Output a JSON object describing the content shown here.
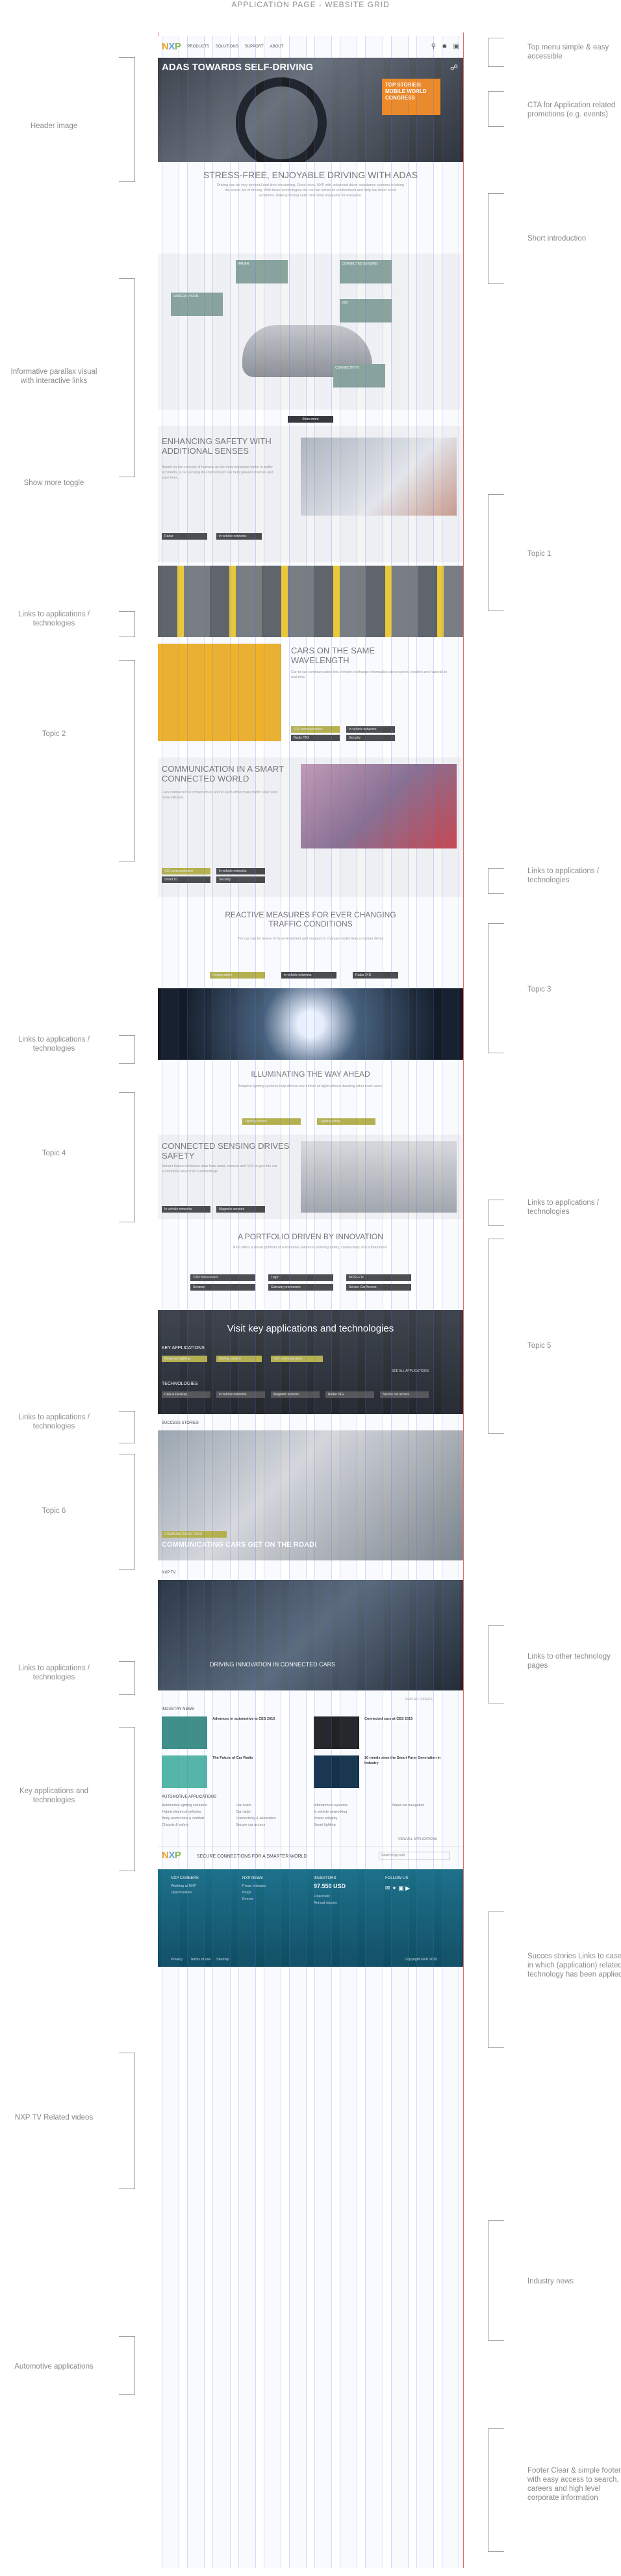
{
  "page_title": "APPLICATION PAGE - WEBSITE GRID",
  "annotations_left": [
    {
      "text": "Header image"
    },
    {
      "text": "Informative parallax visual with interactive links"
    },
    {
      "text": "Show more toggle"
    },
    {
      "text": "Links to applications / technologies"
    },
    {
      "text": "Topic 2"
    },
    {
      "text": "Links to applications / technologies"
    },
    {
      "text": "Topic 4"
    },
    {
      "text": "Links to applications / technologies"
    },
    {
      "text": "Topic 6"
    },
    {
      "text": "Links to applications / technologies"
    },
    {
      "text": "Key applications and technologies"
    },
    {
      "text": "NXP TV Related videos"
    },
    {
      "text": "Automotive applications"
    }
  ],
  "annotations_right": [
    {
      "text": "Top menu simple & easy accessible"
    },
    {
      "text": "CTA for Application related promotions (e.g. events)"
    },
    {
      "text": "Short introduction"
    },
    {
      "text": "Topic 1"
    },
    {
      "text": "Links to applications / technologies"
    },
    {
      "text": "Topic 3"
    },
    {
      "text": "Links to applications / technologies"
    },
    {
      "text": "Topic 5"
    },
    {
      "text": "Links to other technology pages"
    },
    {
      "text": "Succes stories Links to case in which (application) related technology has been applied"
    },
    {
      "text": "Industry news"
    },
    {
      "text": "Footer Clear & simple footer with easy access to search, careers and high level corporate information"
    }
  ],
  "nav": {
    "logo_n": "N",
    "logo_x": "X",
    "logo_p": "P",
    "links": [
      "PRODUCTS",
      "SOLUTIONS",
      "SUPPORT",
      "ABOUT"
    ],
    "icons": [
      "search-icon",
      "user-icon",
      "cart-icon"
    ]
  },
  "hero": {
    "title": "ADAS TOWARDS SELF-DRIVING",
    "cta": "TOP STORIES: MOBILE WORLD CONGRESS"
  },
  "intro": {
    "title": "STRESS-FREE, ENJOYABLE DRIVING WITH ADAS",
    "body": "Driving can be very stressful and time consuming. Good news, NXP with advanced driver assistance systems is taking the stress out of driving. With these technologies the car can sense its environment and help the driver avoid accidents, making driving safer and more enjoyable for everyone."
  },
  "visual_boxes": [
    "RADAR",
    "CONNECTED SENSING",
    "CAMERA VISION",
    "V2X",
    "CONNECTIVITY"
  ],
  "toggle": "Show more",
  "topic1": {
    "title": "ENHANCING SAFETY WITH ADDITIONAL SENSES",
    "body": "Based on the concept of humans as the most important factor in traffic accidents, a car sensing its environment can help prevent crashes and save lives.",
    "buttons": [
      "Radar",
      "In vehicle networks"
    ]
  },
  "topic3": {
    "title": "CARS ON THE SAME WAVELENGTH",
    "body": "Car-to-car communication lets vehicles exchange information about speed, position and hazards in real time.",
    "buttons": [
      "V2X communication",
      "In vehicle networks",
      "Radio TRX",
      "Security"
    ]
  },
  "topic4": {
    "title": "COMMUNICATION IN A SMART CONNECTED WORLD",
    "body": "Cars connected to infrastructure and to each other make traffic safer and more efficient.",
    "buttons": [
      "V2X communication",
      "In vehicle networks",
      "Smart ID",
      "Security"
    ]
  },
  "topic5": {
    "title": "REACTIVE MEASURES FOR EVER CHANGING TRAFFIC CONDITIONS",
    "body": "The car can be aware of its environment and respond to changes faster than a human driver.",
    "buttons": [
      "Driving safety",
      "In vehicle networks",
      "Radar 24G"
    ]
  },
  "topic6": {
    "title": "ILLUMINATING THE WAY AHEAD",
    "body": "Adaptive lighting systems help drivers see further at night without dazzling other road users.",
    "buttons": [
      "Lighting control",
      "Lighting safety"
    ]
  },
  "topic7": {
    "title": "CONNECTED SENSING DRIVES SAFETY",
    "body": "Sensor fusion combines data from radar, camera and V2X to give the car a complete view of its surroundings.",
    "buttons": [
      "In vehicle networks",
      "Magnetic sensors"
    ]
  },
  "portfolio": {
    "title": "A PORTFOLIO DRIVEN BY INNOVATION",
    "body": "NXP offers a broad portfolio of automotive solutions covering safety, connectivity and infotainment.",
    "buttons": [
      "CAN transceivers",
      "Logic",
      "MOSFETs",
      "Sensors",
      "Gateway processors",
      "Secure Car Access"
    ]
  },
  "key_apps": {
    "title": "Visit key applications and technologies",
    "apps_label": "KEY APPLICATIONS",
    "apps": [
      "Advanced lighting",
      "Driving comfort",
      "V2X communication"
    ],
    "tech_label": "TECHNOLOGIES",
    "tech": [
      "CAN & FlexRay",
      "In vehicle networks",
      "Magnetic sensors",
      "Radar 24G",
      "Secure car access"
    ],
    "see_all": "SEE ALL APPLICATIONS"
  },
  "success": {
    "label": "SUCCESS STORIES",
    "badge": "COMMUNICATING CARS",
    "title": "COMMUNICATING CARS GET ON THE ROAD!"
  },
  "tv": {
    "label": "NXP TV",
    "video_title": "DRIVING INNOVATION IN CONNECTED CARS",
    "view_all": "VIEW ALL VIDEOS"
  },
  "news": {
    "label": "INDUSTRY NEWS",
    "items": [
      {
        "title": "Advances in automotive at CES 2015"
      },
      {
        "title": "Connected cars at CES 2015"
      },
      {
        "title": "The Future of Car Radio"
      },
      {
        "title": "10 trends seen the Smart Farm Generation in Industry"
      }
    ]
  },
  "auto_apps": {
    "label": "AUTOMOTIVE APPLICATIONS",
    "col1": [
      "Automotive lighting solutions",
      "Hybrid electrical vehicles",
      "Body electronics & comfort",
      "Chassis & safety"
    ],
    "col2": [
      "Car audio",
      "Car radio",
      "Connectivity & telematics",
      "Secure car access"
    ],
    "col3": [
      "Infotainment systems",
      "In vehicle networking",
      "Power integrity",
      "Smart lighting"
    ],
    "col4": [
      "Smart car navigation"
    ],
    "view_all": "VIEW ALL APPLICATIONS"
  },
  "footer_bar": {
    "text": "SECURE CONNECTIONS FOR A SMARTER WORLD",
    "search_placeholder": "Search nxp.com"
  },
  "footer": {
    "cols": [
      {
        "title": "NXP CAREERS",
        "items": [
          "Working at NXP",
          "Opportunities"
        ]
      },
      {
        "title": "NXP NEWS",
        "items": [
          "Press releases",
          "Blogs",
          "Events"
        ]
      },
      {
        "title": "INVESTORS",
        "items": [
          "Financials",
          "Annual reports"
        ]
      },
      {
        "title": "FOLLOW US",
        "items": []
      }
    ],
    "stock": "97.550 USD",
    "bottom": [
      "Privacy",
      "Terms of use",
      "Sitemap"
    ],
    "copyright": "Copyright NXP 2015"
  },
  "colors": {
    "accent": "#f08a24",
    "gold": "#b8b24a",
    "footer": "#126579",
    "grid": "#466ee6"
  }
}
